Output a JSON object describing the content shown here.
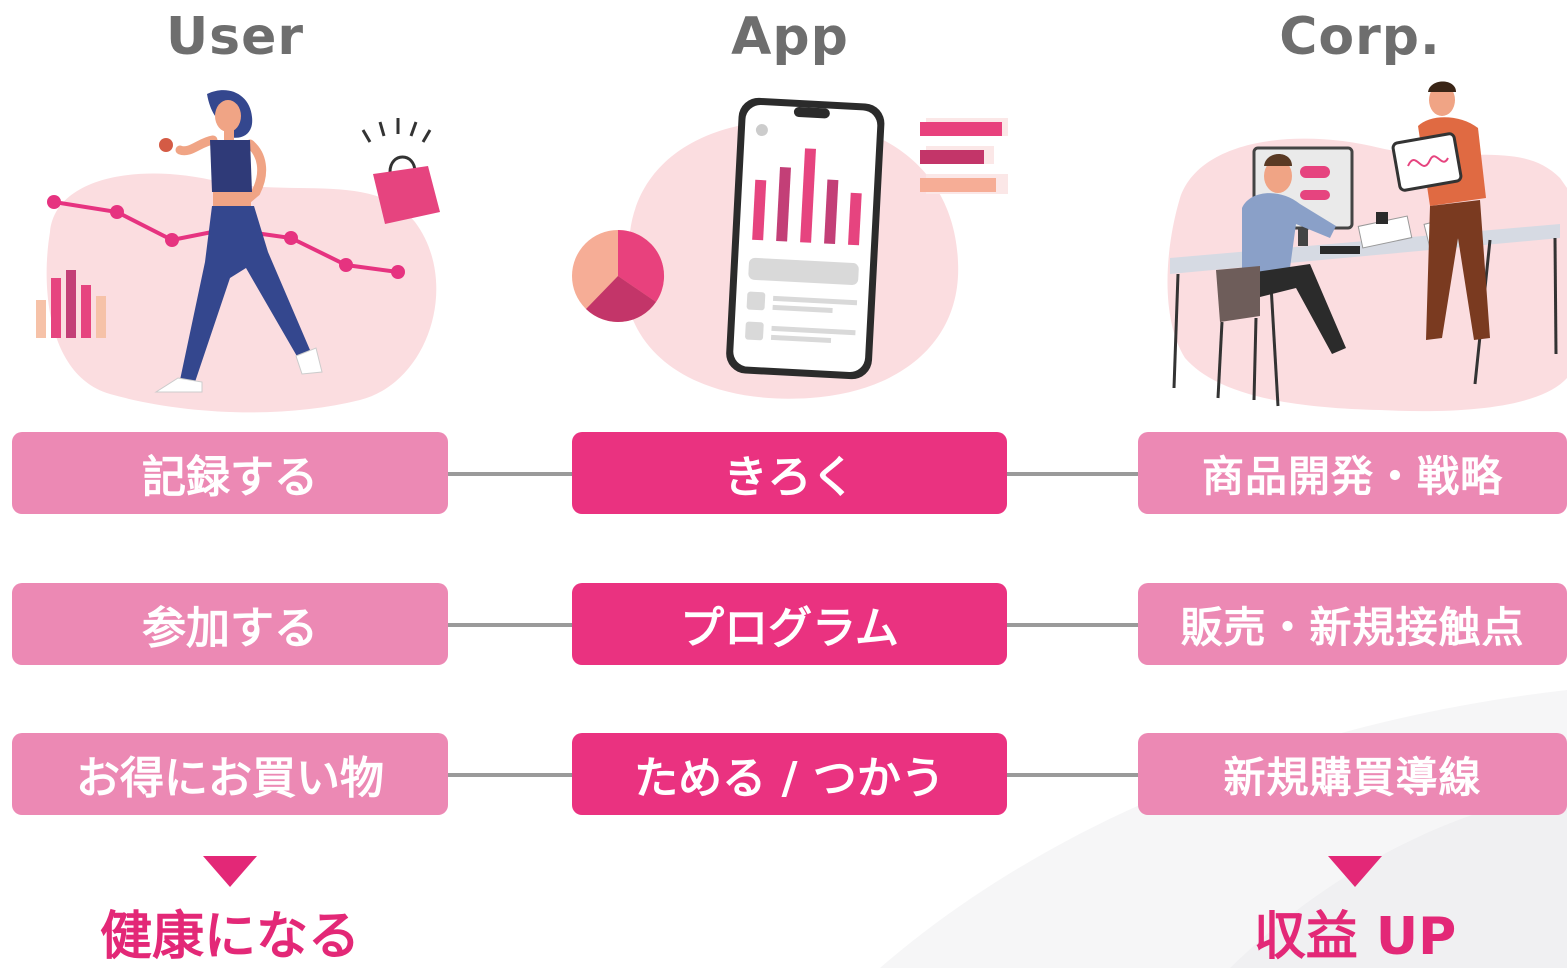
{
  "columns": {
    "user": {
      "title": "User",
      "steps": [
        "記録する",
        "参加する",
        "お得にお買い物"
      ],
      "result": "健康になる"
    },
    "app": {
      "title": "App",
      "steps": [
        "きろく",
        "プログラム",
        "ためる / つかう"
      ]
    },
    "corp": {
      "title": "Corp.",
      "steps": [
        "商品開発・戦略",
        "販売・新規接触点",
        "新規購買導線"
      ],
      "result": "収益 UP"
    }
  },
  "colors": {
    "title_gray": "#6e6e6e",
    "pill_light": "#ec89b4",
    "pill_dark": "#ea3280",
    "accent": "#e32877",
    "blob": "#fbdde0",
    "connector": "#9a9a9a"
  },
  "illustrations": {
    "user": "woman-walking-with-chart-and-shopping-bag",
    "app": "smartphone-with-bar-chart-and-pie-chart",
    "corp": "office-workers-at-desk-with-monitor-and-tablet"
  }
}
